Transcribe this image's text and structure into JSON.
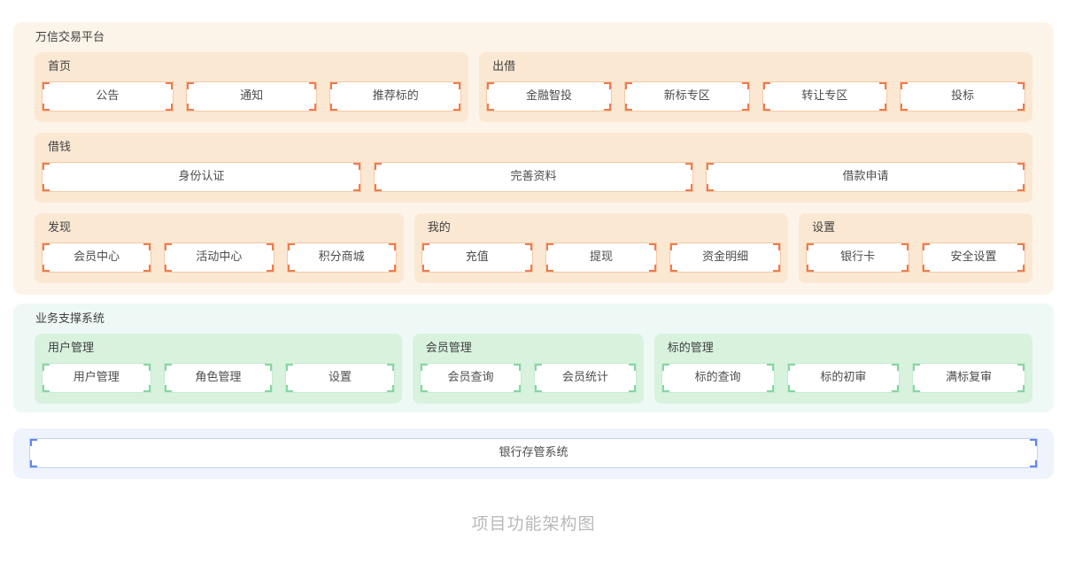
{
  "caption": "项目功能架构图",
  "colors": {
    "orange_bracket": "#ef7a4d",
    "orange_border": "#f6c8a4",
    "orange_section_bg": "#fbe8d3",
    "orange_panel_bg": "#fdf4e9",
    "green_bracket": "#85d6a0",
    "green_border": "#c4ebd1",
    "green_section_bg": "#d8f2de",
    "support_panel_bg": "#eef9f6",
    "blue_bracket": "#5f86f2",
    "blue_border": "#c3d2f8",
    "bank_panel_bg": "#eef3fc"
  },
  "platform": {
    "title": "万信交易平台",
    "sections": {
      "home": {
        "label": "首页",
        "items": [
          "公告",
          "通知",
          "推荐标的"
        ]
      },
      "lend": {
        "label": "出借",
        "items": [
          "金融智投",
          "新标专区",
          "转让专区",
          "投标"
        ]
      },
      "borrow": {
        "label": "借钱",
        "items": [
          "身份认证",
          "完善资料",
          "借款申请"
        ]
      },
      "discover": {
        "label": "发现",
        "items": [
          "会员中心",
          "活动中心",
          "积分商城"
        ]
      },
      "mine": {
        "label": "我的",
        "items": [
          "充值",
          "提现",
          "资金明细"
        ]
      },
      "settings": {
        "label": "设置",
        "items": [
          "银行卡",
          "安全设置"
        ]
      }
    }
  },
  "support": {
    "title": "业务支撑系统",
    "sections": {
      "user": {
        "label": "用户管理",
        "items": [
          "用户管理",
          "角色管理",
          "设置"
        ]
      },
      "member": {
        "label": "会员管理",
        "items": [
          "会员查询",
          "会员统计"
        ]
      },
      "target": {
        "label": "标的管理",
        "items": [
          "标的查询",
          "标的初审",
          "满标复审"
        ]
      }
    }
  },
  "bank": {
    "label": "银行存管系统"
  }
}
